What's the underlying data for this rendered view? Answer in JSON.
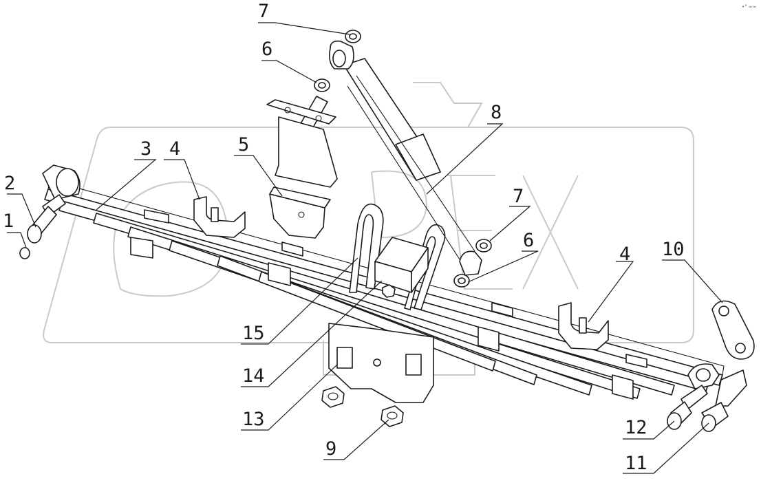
{
  "diagram": {
    "corner_mark": "•° ∞∞",
    "callouts": [
      {
        "id": "c1",
        "label": "1"
      },
      {
        "id": "c2",
        "label": "2"
      },
      {
        "id": "c3",
        "label": "3"
      },
      {
        "id": "c4a",
        "label": "4"
      },
      {
        "id": "c4b",
        "label": "4"
      },
      {
        "id": "c5",
        "label": "5"
      },
      {
        "id": "c6a",
        "label": "6"
      },
      {
        "id": "c6b",
        "label": "6"
      },
      {
        "id": "c7a",
        "label": "7"
      },
      {
        "id": "c7b",
        "label": "7"
      },
      {
        "id": "c8",
        "label": "8"
      },
      {
        "id": "c9",
        "label": "9"
      },
      {
        "id": "c10",
        "label": "10"
      },
      {
        "id": "c11",
        "label": "11"
      },
      {
        "id": "c12",
        "label": "12"
      },
      {
        "id": "c13",
        "label": "13"
      },
      {
        "id": "c14",
        "label": "14"
      },
      {
        "id": "c15",
        "label": "15"
      }
    ]
  }
}
